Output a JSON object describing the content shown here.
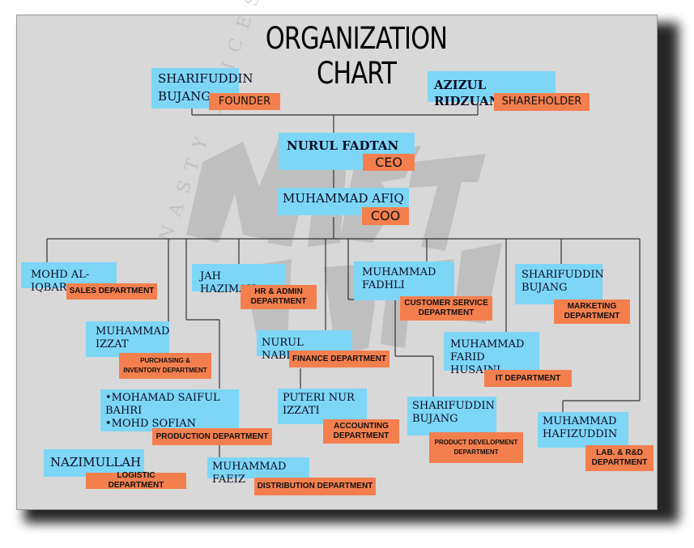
{
  "title": "ORGANIZATION CHART",
  "watermark": {
    "text": "NASTY JUICES THEY ARE NASTY WE"
  },
  "top": [
    {
      "name": "SHARIFUDDIN BUJANG",
      "role": "FOUNDER"
    },
    {
      "name": "AZIZUL RIDZUAN",
      "role": "SHAREHOLDER"
    }
  ],
  "ceo": {
    "name": "NURUL FADTAN",
    "role": "CEO"
  },
  "coo": {
    "name": "MUHAMMAD AFIQ",
    "role": "COO"
  },
  "departments": {
    "sales": {
      "name": "MOHD AL-IQBAR",
      "role": "SALES DEPARTMENT"
    },
    "purchasing": {
      "name": "MUHAMMAD IZZAT",
      "role": "PURCHASING & INVENTORY DEPARTMENT"
    },
    "production": {
      "names": [
        "MOHAMAD SAIFUL BAHRI",
        "MOHD SOFIAN"
      ],
      "role": "PRODUCTION DEPARTMENT"
    },
    "logistic": {
      "name": "NAZIMULLAH",
      "role": "LOGISTIC DEPARTMENT"
    },
    "hr": {
      "name": "JAH HAZIMAH",
      "role": "HR & ADMIN DEPARTMENT"
    },
    "finance": {
      "name": "NURUL NABILA",
      "role": "FINANCE DEPARTMENT"
    },
    "accounting": {
      "name": "PUTERI NUR IZZATI",
      "role": "ACCOUNTING DEPARTMENT"
    },
    "distribution": {
      "name": "MUHAMMAD FAEIZ",
      "role": "DISTRIBUTION DEPARTMENT"
    },
    "customer_service": {
      "name": "MUHAMMAD FADHLI",
      "role": "CUSTOMER SERVICE DEPARTMENT"
    },
    "it": {
      "name": "MUHAMMAD FARID HUSAINI",
      "role": "IT DEPARTMENT"
    },
    "product_dev": {
      "name": "SHARIFUDDIN BUJANG",
      "role": "PRODUCT DEVELOPMENT DEPARTMENT"
    },
    "marketing": {
      "name": "SHARIFUDDIN BUJANG",
      "role": "MARKETING DEPARTMENT"
    },
    "lab": {
      "name": "MUHAMMAD HAFIZUDDIN",
      "role": "LAB. & R&D DEPARTMENT"
    }
  },
  "colors": {
    "name_box": "#7dd6f6",
    "role_tag": "#f47f4e",
    "background": "#d8d8d8"
  }
}
